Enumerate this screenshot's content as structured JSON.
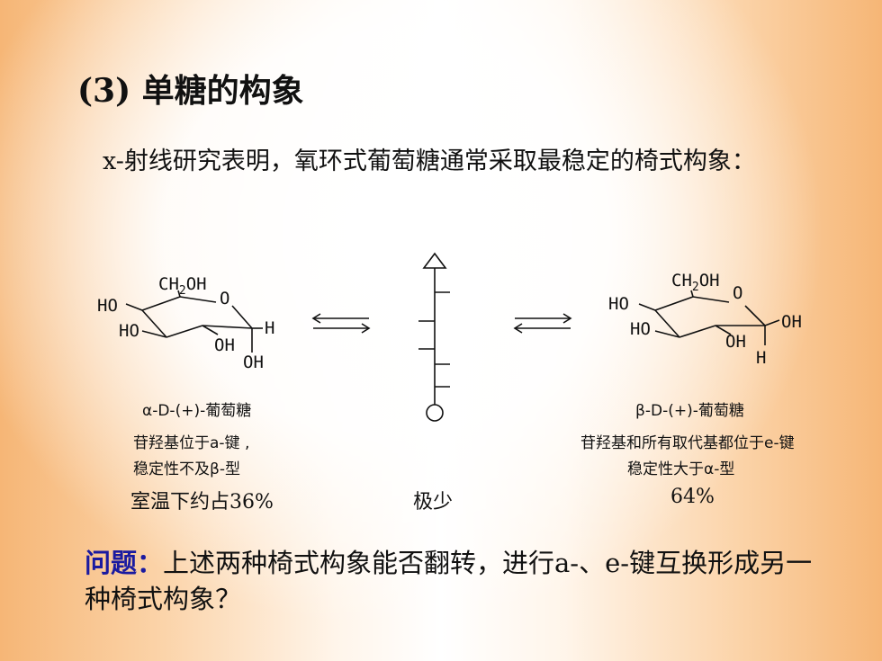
{
  "title": "(3) 单糖的构象",
  "intro": "x-射线研究表明，氧环式葡萄糖通常采取最稳定的椅式构象：",
  "alpha": {
    "name": "α-D-(+)-葡萄糖",
    "desc1": "苷羟基位于a-键 ,",
    "desc2": "稳定性不及β-型",
    "percent": "室温下约占36%",
    "labels": {
      "ch2oh_pre": "CH",
      "ch2oh_sub": "2",
      "ch2oh_post": "OH",
      "o": "O",
      "ho1": "HO",
      "ho2": "HO",
      "oh_ring": "OH",
      "h": "H",
      "oh_bottom": "OH"
    }
  },
  "middle": {
    "label": "极少"
  },
  "beta": {
    "name": "β-D-(+)-葡萄糖",
    "desc1": "苷羟基和所有取代基都位于e-键",
    "desc2": "稳定性大于α-型",
    "percent": "64%",
    "labels": {
      "ch2oh_pre": "CH",
      "ch2oh_sub": "2",
      "ch2oh_post": "OH",
      "o": "O",
      "ho1": "HO",
      "ho2": "HO",
      "oh_ring": "OH",
      "oh_right": "OH",
      "h": "H"
    }
  },
  "question": {
    "label": "问题：",
    "text": "上述两种椅式构象能否翻转，进行a-、e-键互换形成另一种椅式构象？"
  }
}
